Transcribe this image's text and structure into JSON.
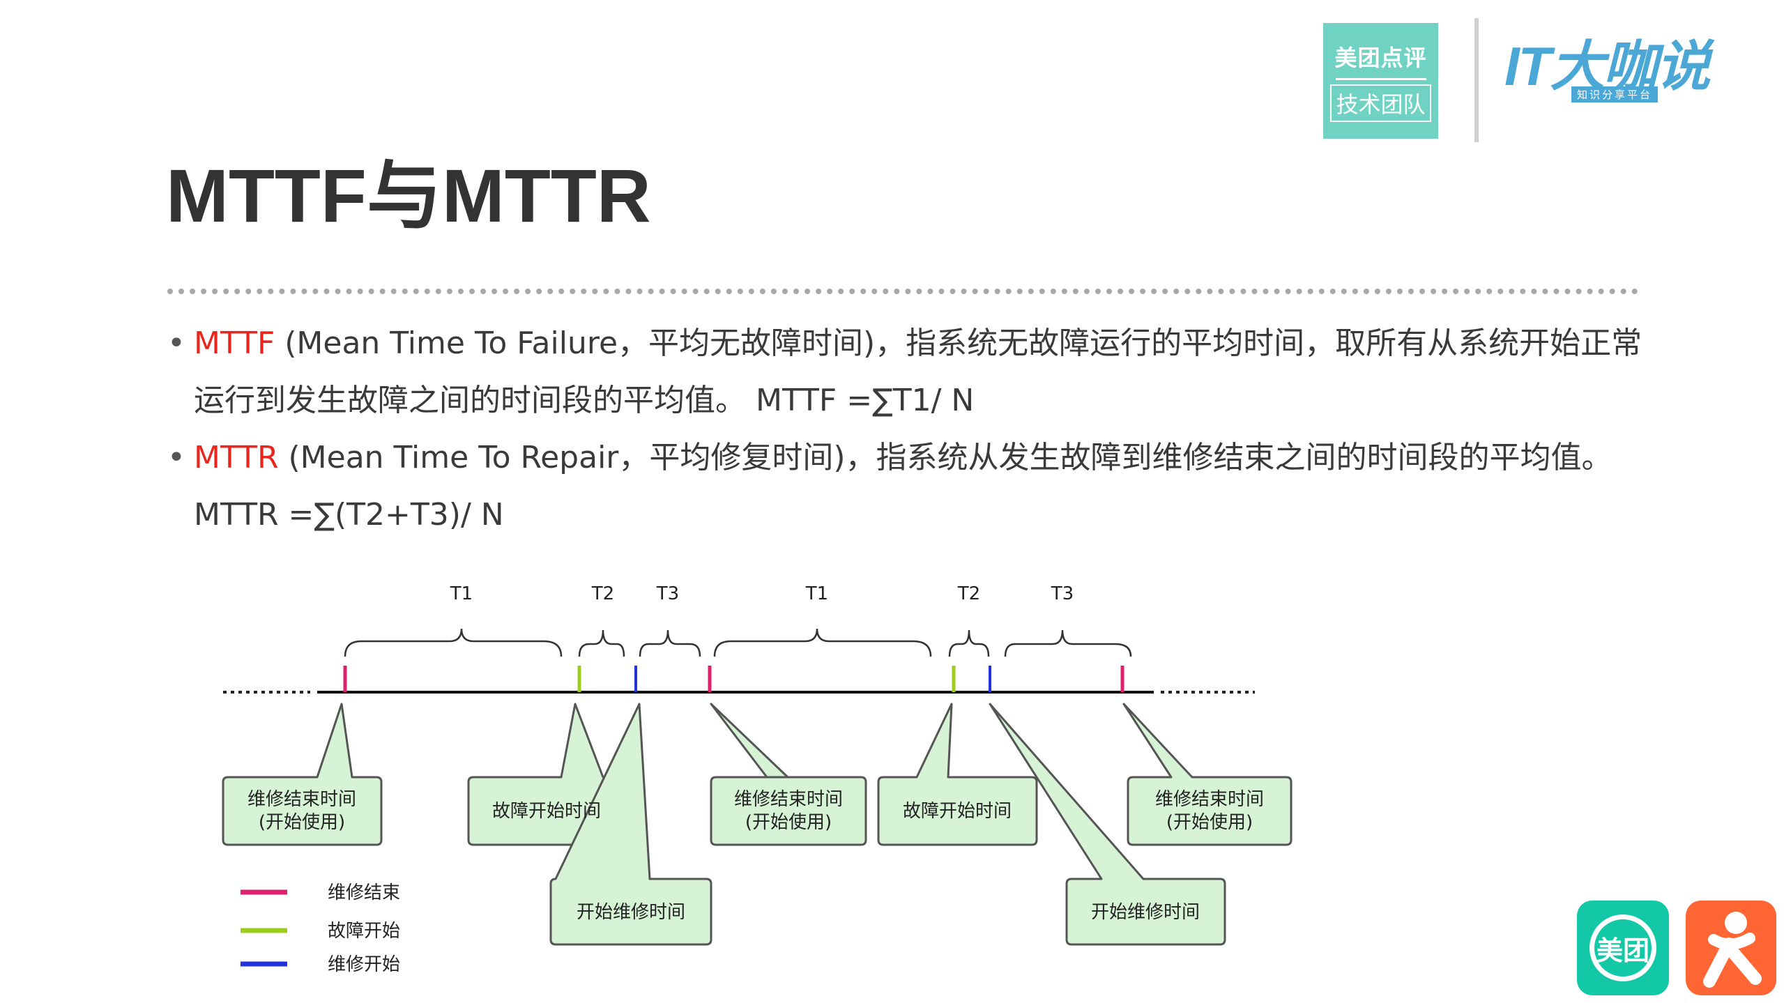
{
  "header": {
    "logo_line1": "美团点评",
    "logo_line2": "技术团队",
    "it_logo": "IT大咖说",
    "it_logo_sub": "知识分享平台"
  },
  "page": {
    "title": "MTTF与MTTR"
  },
  "bullets": [
    {
      "term": "MTTF",
      "text": " (Mean Time To Failure，平均无故障时间)，指系统无故障运行的平均时间，取所有从系统开始正常运行到发生故障之间的时间段的平均值。 MTTF =∑T1/ N"
    },
    {
      "term": "MTTR",
      "text": " (Mean Time To Repair，平均修复时间)，指系统从发生故障到维修结束之间的时间段的平均值。 MTTR =∑(T2+T3)/ N"
    }
  ],
  "diagram": {
    "interval_labels": [
      "T1",
      "T2",
      "T3",
      "T1",
      "T2",
      "T3"
    ],
    "callouts": {
      "repair_end_line1": "维修结束时间",
      "repair_end_line2": "(开始使用)",
      "failure_start": "故障开始时间",
      "repair_start": "开始维修时间"
    },
    "legend": [
      {
        "label": "维修结束",
        "color": "#e0206e"
      },
      {
        "label": "故障开始",
        "color": "#9ccc1c"
      },
      {
        "label": "维修开始",
        "color": "#2233dd"
      }
    ],
    "colors": {
      "callout_fill": "#d6f3d6",
      "callout_stroke": "#555555",
      "timeline": "#111111"
    }
  },
  "footer": {
    "meituan_logo": "美团",
    "dianping_icon": "dianping-person-icon"
  }
}
